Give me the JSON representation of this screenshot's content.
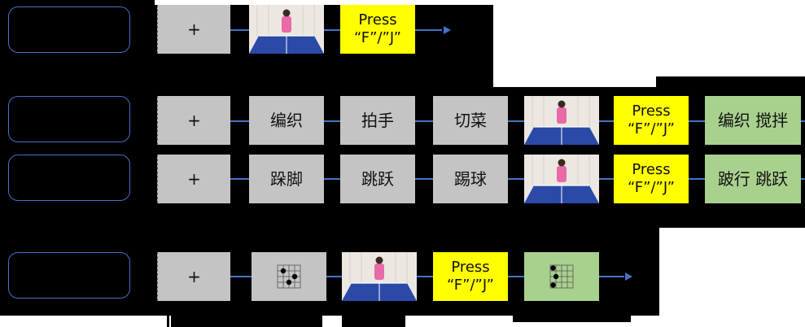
{
  "trial_rows": [
    {
      "fixation": "+",
      "stimulus": "photo",
      "response_line1": "Press",
      "response_line2": "“F”/”J”"
    },
    {
      "fixation": "+",
      "words": [
        "编织",
        "拍手",
        "切菜"
      ],
      "stimulus": "photo",
      "response_line1": "Press",
      "response_line2": "“F”/”J”",
      "feedback": "编织 搅拌"
    },
    {
      "fixation": "+",
      "words": [
        "跺脚",
        "跳跃",
        "踢球"
      ],
      "stimulus": "photo",
      "response_line1": "Press",
      "response_line2": "“F”/”J”",
      "feedback": "跛行 跳跃"
    },
    {
      "fixation": "+",
      "stimulus": "photo",
      "response_line1": "Press",
      "response_line2": "“F”/”J”"
    }
  ],
  "colors": {
    "box_grey": "#c4c4c4",
    "response_yellow": "#ffff00",
    "feedback_green": "#a9d18e",
    "connector_blue": "#4472c4"
  },
  "icons": [
    "table-tennis-photo",
    "dot-grid-pattern",
    "arrow-right"
  ]
}
